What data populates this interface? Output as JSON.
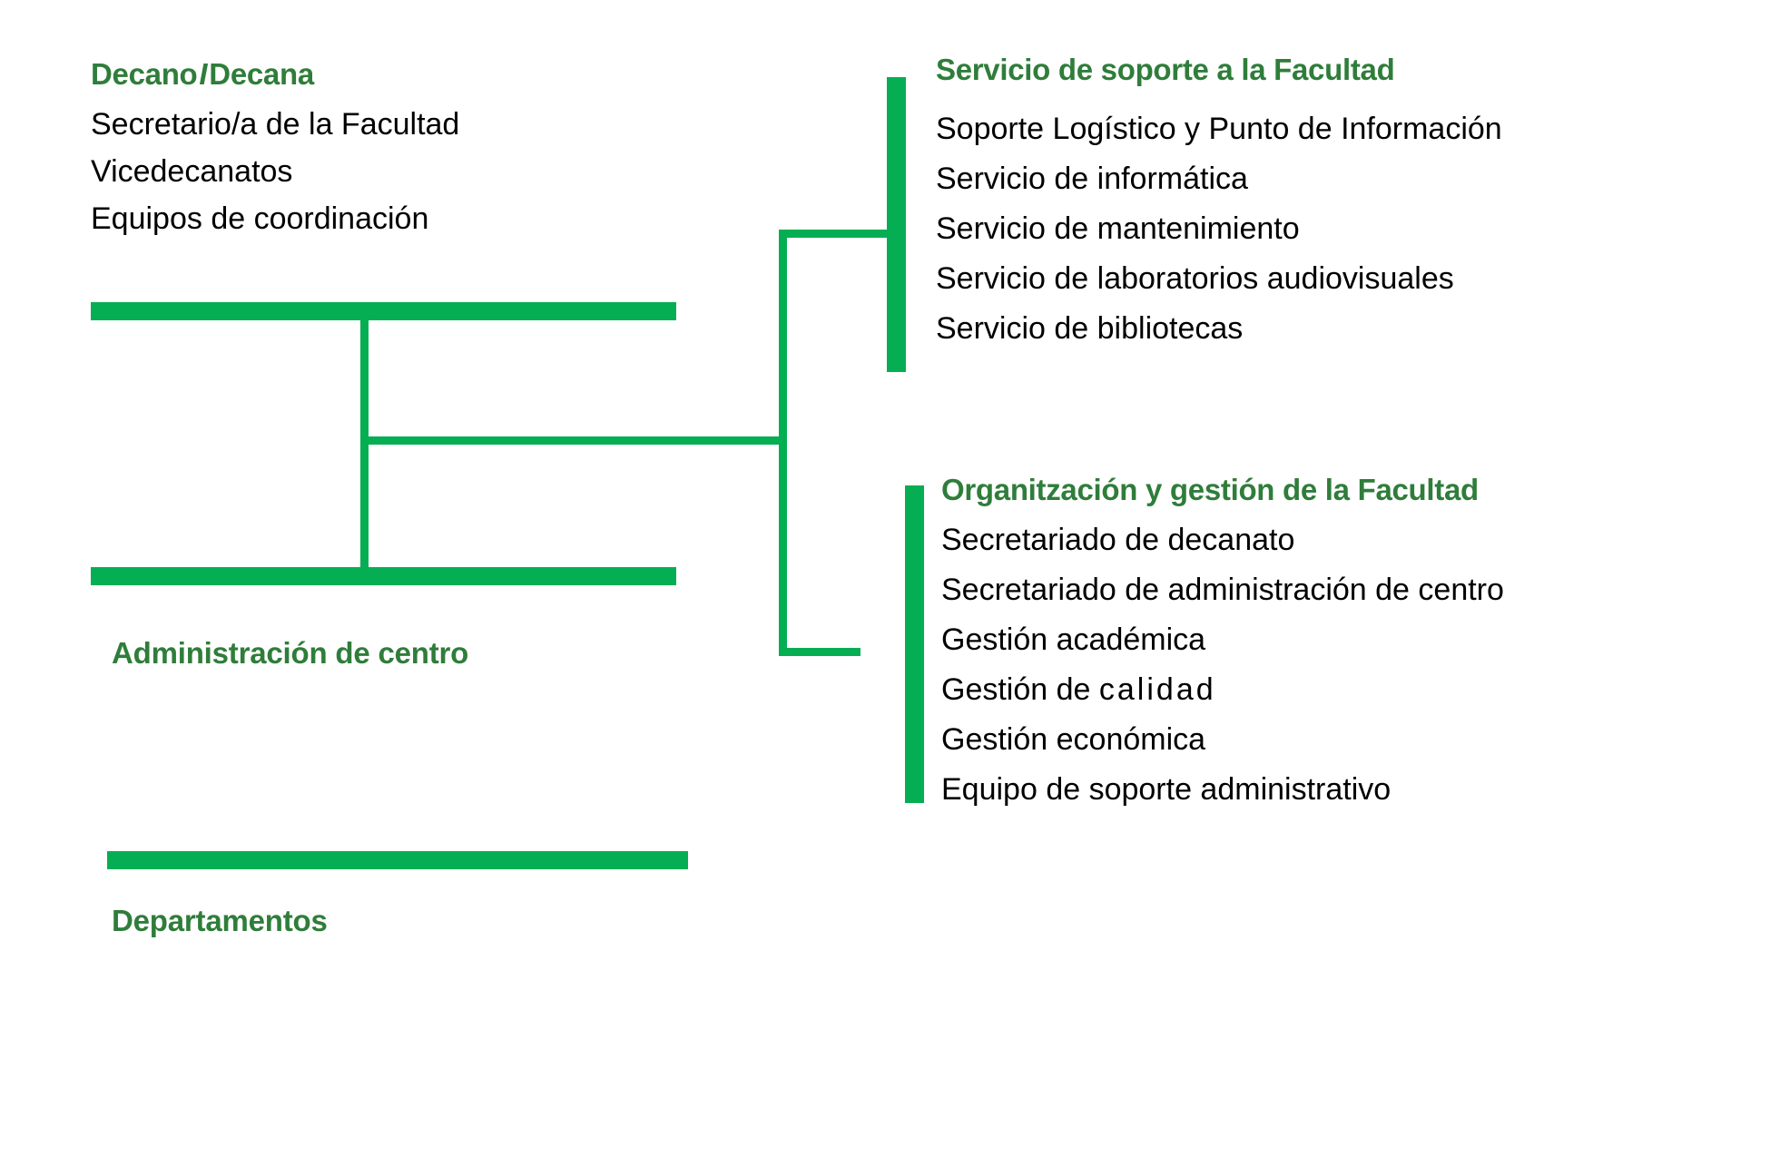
{
  "diagram": {
    "title_colors": {
      "heading_green": "#2f7d3a",
      "bar_green": "#06ae53",
      "body_black": "#000000",
      "background": "#ffffff"
    },
    "left_column": {
      "dean_node": {
        "heading_before": "Decano",
        "heading_separator": "I",
        "heading_after": "Decana",
        "items": [
          "Secretario/a de la Facultad",
          "Vicedecanatos",
          "Equipos de coordinación"
        ]
      },
      "admin_node": {
        "label": "Administración de centro"
      },
      "departments_node": {
        "label": "Departamentos"
      }
    },
    "right_column": {
      "groups": [
        {
          "title": "Servicio de soporte a la Facultad",
          "items": [
            "Soporte Logístico y Punto de Información",
            "Servicio de informática",
            "Servicio de mantenimiento",
            "Servicio de laboratorios audiovisuales",
            "Servicio de bibliotecas"
          ]
        },
        {
          "title": "Organitzación y gestión de la Facultad",
          "items": [
            "Secretariado de decanato",
            "Secretariado de administración de centro",
            "Gestión académica",
            "Gestión de calidad",
            "Gestión económica",
            "Equipo de soporte administrativo"
          ]
        }
      ]
    }
  }
}
